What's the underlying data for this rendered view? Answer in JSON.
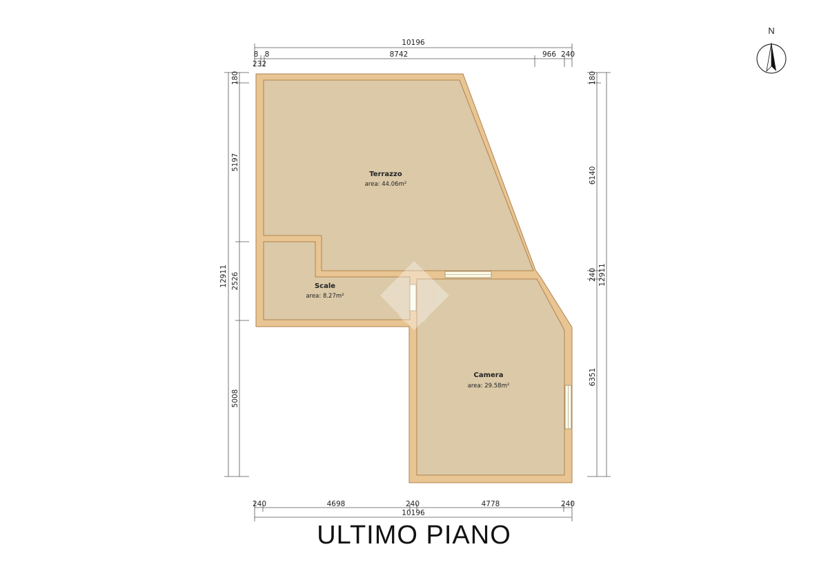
{
  "title": "ULTIMO PIANO",
  "compass": {
    "label": "N"
  },
  "rooms": {
    "terrazzo": {
      "name": "Terrazzo",
      "area": "area: 44.06m²"
    },
    "scale": {
      "name": "Scale",
      "area": "area: 8.27m²"
    },
    "camera": {
      "name": "Camera",
      "area": "area: 29.58m²"
    }
  },
  "dimensions": {
    "top_total": "10196",
    "top_a": "8",
    "top_b": "8",
    "top_c": "8742",
    "top_d": "966",
    "top_e": "240",
    "top_f": "232",
    "left_total": "12911",
    "left_a": "180",
    "left_b": "5197",
    "left_c": "2526",
    "left_d": "5008",
    "right_total": "12911",
    "right_a": "180",
    "right_b": "6140",
    "right_c": "240",
    "right_d": "6351",
    "bottom_total": "10196",
    "bottom_a": "240",
    "bottom_b": "4698",
    "bottom_c": "240",
    "bottom_d": "4778",
    "bottom_e": "240"
  },
  "colors": {
    "wall": "#e8c592",
    "floor": "#dbc9a8"
  }
}
